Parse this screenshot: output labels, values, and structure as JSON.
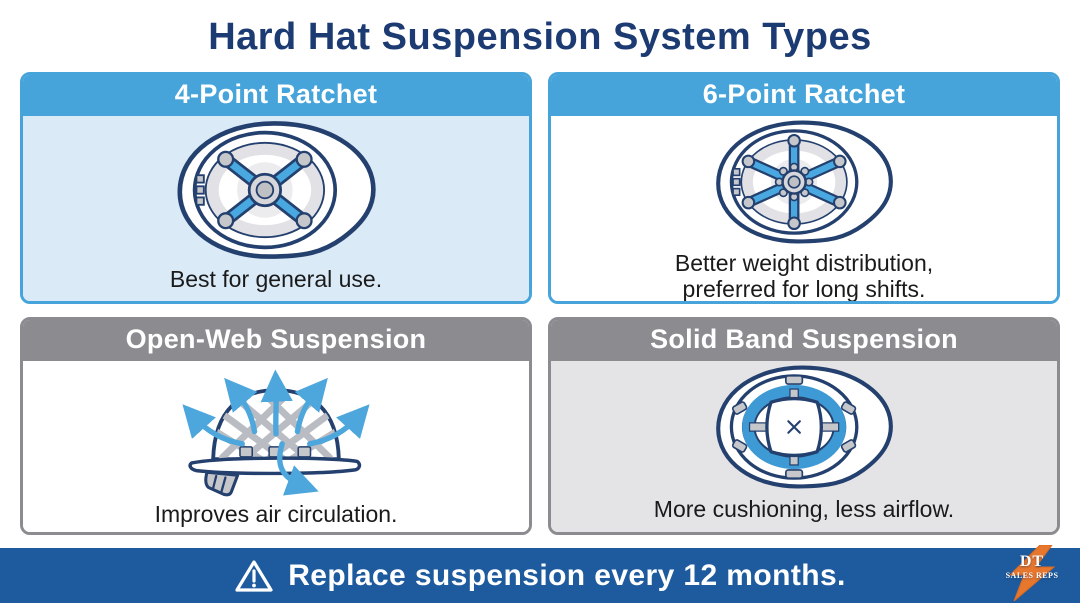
{
  "title": "Hard Hat Suspension System Types",
  "panels": [
    {
      "label": "4-Point Ratchet",
      "description": "Best for general use.",
      "theme": "blue",
      "illustration": "four-point-ratchet-hard-hat-interior"
    },
    {
      "label": "6-Point Ratchet",
      "description": "Better weight distribution, preferred for long shifts.",
      "theme": "blue",
      "illustration": "six-point-ratchet-hard-hat-interior"
    },
    {
      "label": "Open-Web Suspension",
      "description": "Improves air circulation.",
      "theme": "gray",
      "illustration": "open-web-hard-hat-airflow-arrows"
    },
    {
      "label": "Solid Band Suspension",
      "description": "More cushioning, less airflow.",
      "theme": "gray",
      "illustration": "solid-band-hard-hat-cushion-pad"
    }
  ],
  "footer": {
    "message": "Replace suspension every 12 months.",
    "icon": "warning-triangle-icon"
  },
  "logo": {
    "monogram": "DT",
    "subtext": "SALES REPS",
    "icon": "lightning-bolt-icon"
  },
  "colors": {
    "title_navy": "#1c3b72",
    "accent_blue": "#47a4db",
    "panel_blue_bg": "#daeaf7",
    "header_gray": "#8c8c90",
    "panel_gray_bg": "#e4e4e6",
    "footer_blue": "#1e5b9e",
    "logo_orange": "#e8772e",
    "text_dark": "#1a1a1a"
  }
}
